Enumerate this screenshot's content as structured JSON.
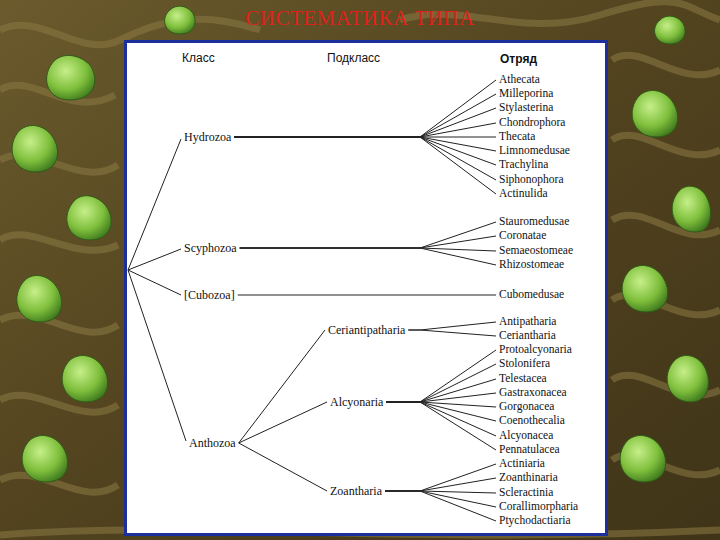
{
  "diagram": {
    "title": "СИСТЕМАТИКА ТИПА",
    "nodes": [
      {
        "text": [
          "Hydrozoa"
        ]
      },
      {
        "text": [
          "Athecata"
        ]
      },
      {
        "text": [
          "Milleporina"
        ]
      },
      {
        "text": [
          "Stylasterina"
        ]
      },
      {
        "text": [
          "Chondrophora"
        ]
      },
      {
        "text": [
          "Thecata"
        ]
      },
      {
        "text": [
          "Limnomedusae"
        ]
      },
      {
        "text": [
          "Trachylina"
        ]
      },
      {
        "text": [
          "Siphonophora"
        ]
      },
      {
        "text": [
          "Actinulida"
        ]
      },
      {
        "text": [
          "Scyphozoa"
        ]
      },
      {
        "text": [
          "Stauromedusae"
        ]
      },
      {
        "text": [
          "Coronatae"
        ]
      },
      {
        "text": [
          "Semaeostomeae"
        ]
      },
      {
        "text": [
          "Rhizostomeae"
        ]
      },
      {
        "text": [
          "[Cubozoa]"
        ]
      },
      {
        "text": [
          "Cubomedusae"
        ]
      },
      {
        "text": [
          "Anthozoa"
        ]
      },
      {
        "text": [
          "Ceriantipatharia"
        ]
      },
      {
        "text": [
          "Antipatharia"
        ]
      },
      {
        "text": [
          "Ceriantharia"
        ]
      },
      {
        "text": [
          "Alcyonaria"
        ]
      },
      {
        "text": [
          "Protoalcyonaria"
        ]
      },
      {
        "text": [
          "Stolonifera"
        ]
      },
      {
        "text": [
          "Telestacea"
        ]
      },
      {
        "text": [
          "Gastraxonacea"
        ]
      },
      {
        "text": [
          "Gorgonacea"
        ]
      },
      {
        "text": [
          "Coenothecalia"
        ]
      },
      {
        "text": [
          "Alcyonacea"
        ]
      },
      {
        "text": [
          "Pennatulacea"
        ]
      },
      {
        "text": [
          "Zoantharia"
        ]
      },
      {
        "text": [
          "Actiniaria"
        ]
      },
      {
        "text": [
          "Zoanthinaria"
        ]
      },
      {
        "text": [
          "Scleractinia"
        ]
      },
      {
        "text": [
          "Corallimorpharia"
        ]
      },
      {
        "text": [
          "Ptychodactiaria"
        ]
      }
    ],
    "edges": [
      {
        "from": 0,
        "to": 1,
        "arrow": "none"
      },
      {
        "from": 0,
        "to": 2,
        "arrow": "none"
      },
      {
        "from": 0,
        "to": 3,
        "arrow": "none"
      },
      {
        "from": 0,
        "to": 4,
        "arrow": "none"
      },
      {
        "from": 0,
        "to": 5,
        "arrow": "none"
      },
      {
        "from": 0,
        "to": 6,
        "arrow": "none"
      },
      {
        "from": 0,
        "to": 7,
        "arrow": "none"
      },
      {
        "from": 0,
        "to": 8,
        "arrow": "none"
      },
      {
        "from": 0,
        "to": 9,
        "arrow": "none"
      },
      {
        "from": 10,
        "to": 11,
        "arrow": "none"
      },
      {
        "from": 10,
        "to": 12,
        "arrow": "none"
      },
      {
        "from": 10,
        "to": 13,
        "arrow": "none"
      },
      {
        "from": 10,
        "to": 14,
        "arrow": "none"
      },
      {
        "from": 15,
        "to": 16,
        "arrow": "none"
      },
      {
        "from": 17,
        "to": 18,
        "arrow": "none"
      },
      {
        "from": 17,
        "to": 21,
        "arrow": "none"
      },
      {
        "from": 17,
        "to": 30,
        "arrow": "none"
      },
      {
        "from": 18,
        "to": 19,
        "arrow": "none"
      },
      {
        "from": 18,
        "to": 20,
        "arrow": "none"
      },
      {
        "from": 21,
        "to": 22,
        "arrow": "none"
      },
      {
        "from": 21,
        "to": 23,
        "arrow": "none"
      },
      {
        "from": 21,
        "to": 24,
        "arrow": "none"
      },
      {
        "from": 21,
        "to": 25,
        "arrow": "none"
      },
      {
        "from": 21,
        "to": 26,
        "arrow": "none"
      },
      {
        "from": 21,
        "to": 27,
        "arrow": "none"
      },
      {
        "from": 21,
        "to": 28,
        "arrow": "none"
      },
      {
        "from": 21,
        "to": 29,
        "arrow": "none"
      },
      {
        "from": 30,
        "to": 31,
        "arrow": "none"
      },
      {
        "from": 30,
        "to": 32,
        "arrow": "none"
      },
      {
        "from": 30,
        "to": 33,
        "arrow": "none"
      },
      {
        "from": 30,
        "to": 34,
        "arrow": "none"
      },
      {
        "from": 30,
        "to": 35,
        "arrow": "none"
      }
    ],
    "labels": [
      "Класс",
      "Подкласс",
      "Отряд"
    ]
  }
}
